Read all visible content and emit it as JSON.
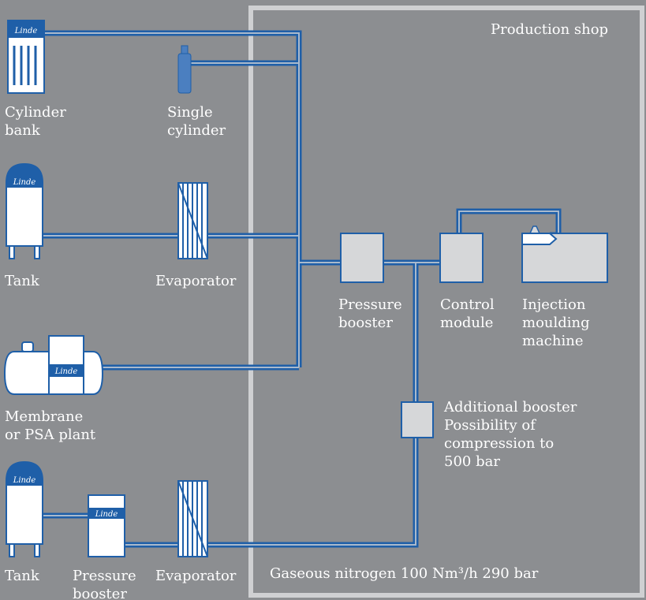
{
  "colors": {
    "background": "#8c8e91",
    "shop_border": "#cfd0d2",
    "pipe": "#1f5fa8",
    "equipment_fill": "#ffffff",
    "equipment_outline": "#1f5fa8",
    "module_fill": "#d6d7d9",
    "text": "#ffffff"
  },
  "labels": {
    "production_shop": "Production shop",
    "cylinder_bank": [
      "Cylinder",
      "bank"
    ],
    "single_cylinder": [
      "Single",
      "cylinder"
    ],
    "tank_1": "Tank",
    "evaporator_1": "Evaporator",
    "membrane": [
      "Membrane",
      "or PSA plant"
    ],
    "tank_2": "Tank",
    "booster_small": [
      "Pressure",
      "booster"
    ],
    "evaporator_2": "Evaporator",
    "pressure_booster": [
      "Pressure",
      "booster"
    ],
    "control_module": [
      "Control",
      "module"
    ],
    "injection_machine": [
      "Injection",
      "moulding",
      "machine"
    ],
    "additional_booster": [
      "Additional booster",
      "Possibility of",
      "compression to",
      "500 bar"
    ],
    "gaseous_nitrogen": "Gaseous nitrogen 100 Nm³/h 290 bar",
    "brand": "Linde"
  },
  "icons": [
    "cylinder-bank-icon",
    "single-cylinder-icon",
    "tank-icon",
    "evaporator-icon",
    "membrane-plant-icon",
    "pressure-booster-icon",
    "control-module-icon",
    "injection-machine-icon",
    "additional-booster-icon"
  ]
}
